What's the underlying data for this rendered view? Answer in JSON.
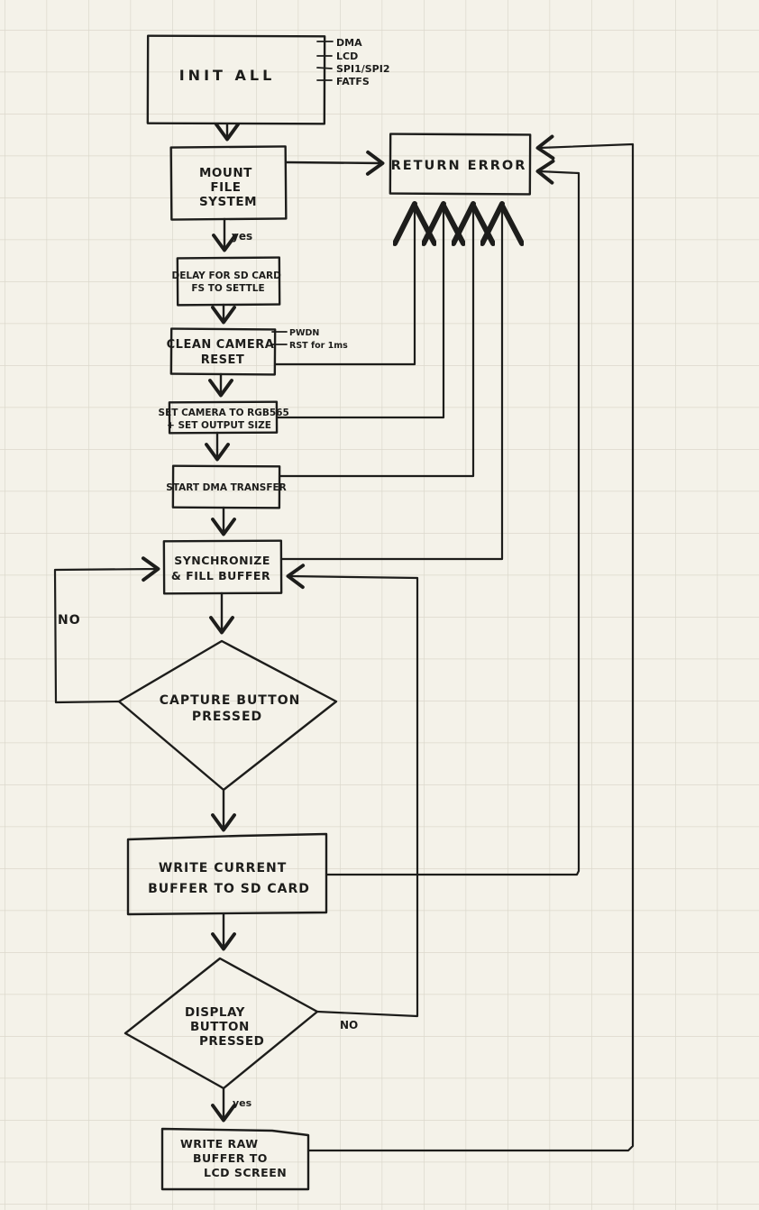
{
  "page": {
    "background_color": "#f4f2e9",
    "grid_color": "#dbd8cc",
    "ink_color": "#1d1d1b"
  },
  "nodes": {
    "init_all": {
      "lines": [
        "INIT ALL"
      ]
    },
    "mount_fs": {
      "lines": [
        "MOUNT",
        "FILE",
        "SYSTEM"
      ]
    },
    "return_error": {
      "lines": [
        "RETURN ERROR"
      ]
    },
    "delay_sd": {
      "lines": [
        "DELAY FOR SD CARD",
        "FS TO SETTLE"
      ]
    },
    "clean_camera": {
      "lines": [
        "CLEAN CAMERA",
        "RESET"
      ]
    },
    "set_camera": {
      "lines": [
        "SET CAMERA TO RGB565",
        "+ SET OUTPUT SIZE"
      ]
    },
    "start_dma": {
      "lines": [
        "START DMA TRANSFER"
      ]
    },
    "sync_fill": {
      "lines": [
        "SYNCHRONIZE",
        "& FILL BUFFER"
      ]
    },
    "capture_btn": {
      "lines": [
        "CAPTURE BUTTON",
        "PRESSED"
      ]
    },
    "write_sd": {
      "lines": [
        "WRITE CURRENT",
        "BUFFER TO SD CARD"
      ]
    },
    "display_btn": {
      "lines": [
        "DISPLAY",
        "BUTTON",
        "PRESSED"
      ]
    },
    "write_lcd": {
      "lines": [
        "WRITE RAW",
        "BUFFER TO",
        "LCD SCREEN"
      ]
    }
  },
  "annotations": {
    "init_all": [
      "DMA",
      "LCD",
      "SPI1/SPI2",
      "FATFS"
    ],
    "clean_camera": [
      "PWDN",
      "RST for 1ms"
    ]
  },
  "edge_labels": {
    "mount_yes": "yes",
    "capture_no": "NO",
    "display_no": "NO",
    "display_yes": "yes"
  }
}
